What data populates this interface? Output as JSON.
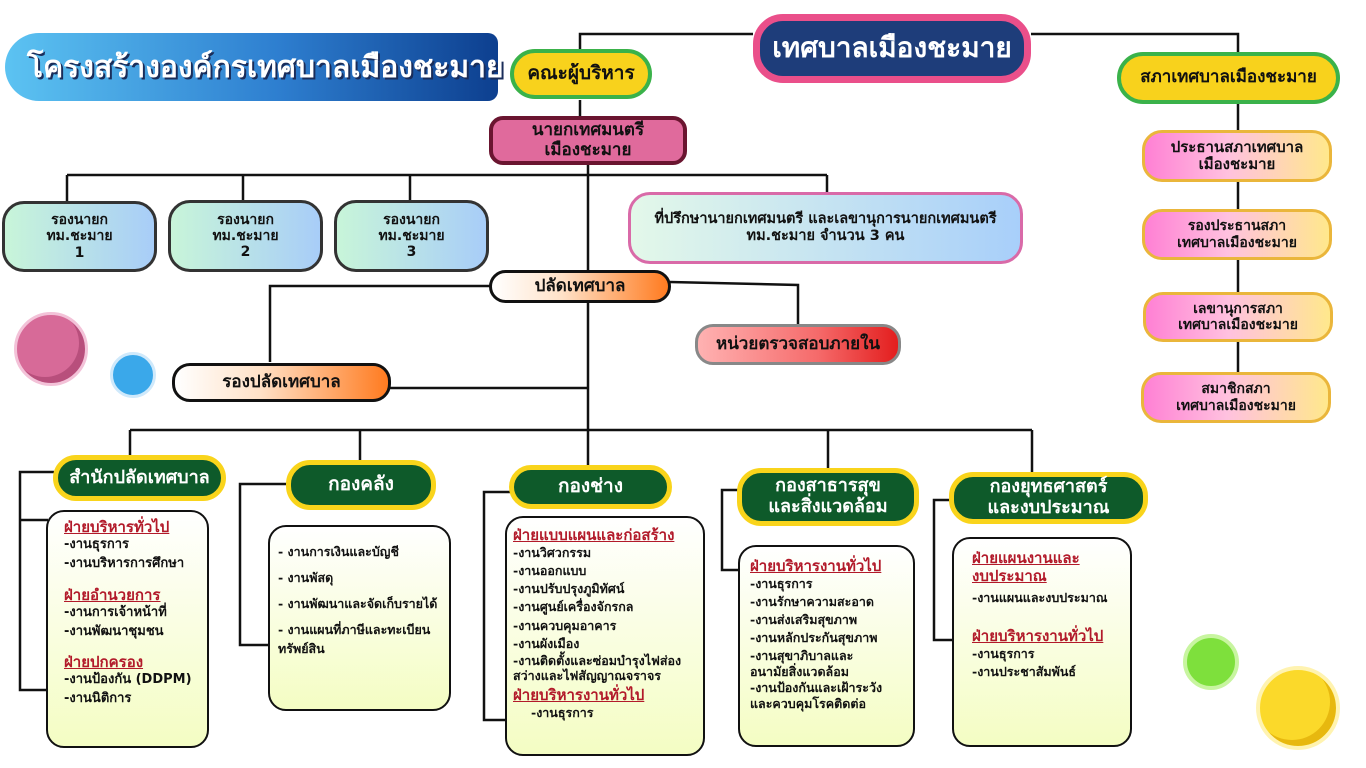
{
  "title": "โครงสร้างองค์กรเทศบาลเมืองชะมาย",
  "top_org": "เทศบาลเมืองชะมาย",
  "executive": "คณะผู้บริหาร",
  "council": "สภาเทศบาลเมืองชะมาย",
  "mayor": "นายกเทศมนตรี\nเมืองชะมาย",
  "deputies": [
    "รองนายก\nทม.ชะมาย\n1",
    "รองนายก\nทม.ชะมาย\n2",
    "รองนายก\nทม.ชะมาย\n3"
  ],
  "advisor": "ที่ปรึกษานายกเทศมนตรี และเลขานุการนายกเทศมนตรี\nทม.ชะมาย จำนวน 3 คน",
  "clerk": "ปลัดเทศบาล",
  "audit": "หน่วยตรวจสอบภายใน",
  "deputy_clerk": "รองปลัดเทศบาล",
  "council_members": [
    "ประธานสภาเทศบาล\nเมืองชะมาย",
    "รองประธานสภา\nเทศบาลเมืองชะมาย",
    "เลขานุการสภา\nเทศบาลเมืองชะมาย",
    "สมาชิกสภา\nเทศบาลเมืองชะมาย"
  ],
  "departments": [
    {
      "name": "สำนักปลัดเทศบาล",
      "sections": [
        {
          "title": "ฝ่ายบริหารทั่วไป",
          "items": [
            "-งานธุรการ",
            "-งานบริหารการศึกษา"
          ]
        },
        {
          "title": "ฝ่ายอำนวยการ",
          "items": [
            "-งานการเจ้าหน้าที่",
            "-งานพัฒนาชุมชน"
          ]
        },
        {
          "title": "ฝ่ายปกครอง",
          "items": [
            "-งานป้องกัน (DDPM)",
            "-งานนิติการ"
          ]
        }
      ]
    },
    {
      "name": "กองคลัง",
      "sections": [
        {
          "title": "",
          "items": [
            "- งานการเงินและบัญชี",
            "- งานพัสดุ",
            "- งานพัฒนาและจัดเก็บรายได้",
            "- งานแผนที่ภาษีและทะเบียน\nทรัพย์สิน"
          ]
        }
      ]
    },
    {
      "name": "กองช่าง",
      "sections": [
        {
          "title": "ฝ่ายแบบแผนและก่อสร้าง",
          "items": [
            "-งานวิศวกรรม",
            "-งานออกแบบ",
            "-งานปรับปรุงภูมิทัศน์",
            "-งานศูนย์เครื่องจักรกล",
            "-งานควบคุมอาคาร",
            "-งานผังเมือง",
            "-งานติดตั้งและซ่อมบำรุงไฟส่อง\nสว่างและไฟสัญญาณจราจร"
          ]
        },
        {
          "title": "ฝ่ายบริหารงานทั่วไป",
          "items": [
            "-งานธุรการ"
          ]
        }
      ]
    },
    {
      "name": "กองสาธารสุข\nและสิ่งแวดล้อม",
      "sections": [
        {
          "title": "ฝ่ายบริหารงานทั่วไป",
          "items": [
            "-งานธุรการ",
            "-งานรักษาความสะอาด",
            "-งานส่งเสริมสุขภาพ",
            "-งานหลักประกันสุขภาพ",
            "-งานสุขาภิบาลและ\nอนามัยสิ่งแวดล้อม",
            "-งานป้องกันและเฝ้าระวัง\nและควบคุมโรคติดต่อ"
          ]
        }
      ]
    },
    {
      "name": "กองยุทธศาสตร์\nและงบประมาณ",
      "sections": [
        {
          "title": "ฝ่ายแผนงานและ\nงบประมาณ",
          "items": [
            "-งานแผนและงบประมาณ"
          ]
        },
        {
          "title": "ฝ่ายบริหารงานทั่วไป",
          "items": [
            "-งานธุรการ",
            "-งานประชาสัมพันธ์"
          ]
        }
      ]
    }
  ]
}
